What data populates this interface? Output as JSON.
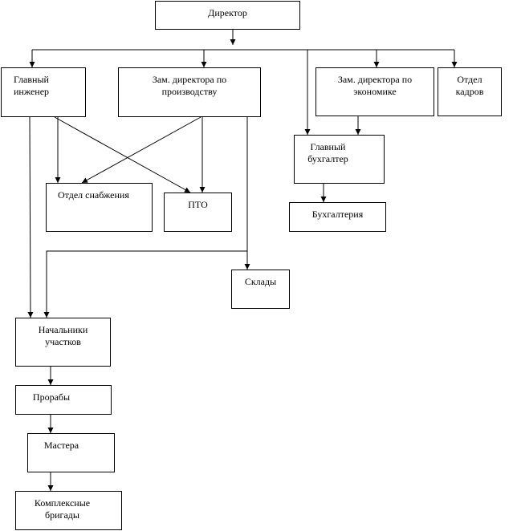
{
  "nodes": {
    "director": "Директор",
    "chief_engineer": "Главный\nинженер",
    "deputy_production": "Зам. директора по\nпроизводству",
    "deputy_economics": "Зам. директора по\nэкономике",
    "hr": "Отдел\nкадров",
    "chief_accountant": "Главный\nбухгалтер",
    "supply": "Отдел снабжения",
    "pto": "ПТО",
    "accounting": "Бухгалтерия",
    "warehouses": "Склады",
    "site_heads": "Начальники\nучастков",
    "foremen": "Прорабы",
    "masters": "Мастера",
    "brigades": "Комплексные\nбригады"
  }
}
